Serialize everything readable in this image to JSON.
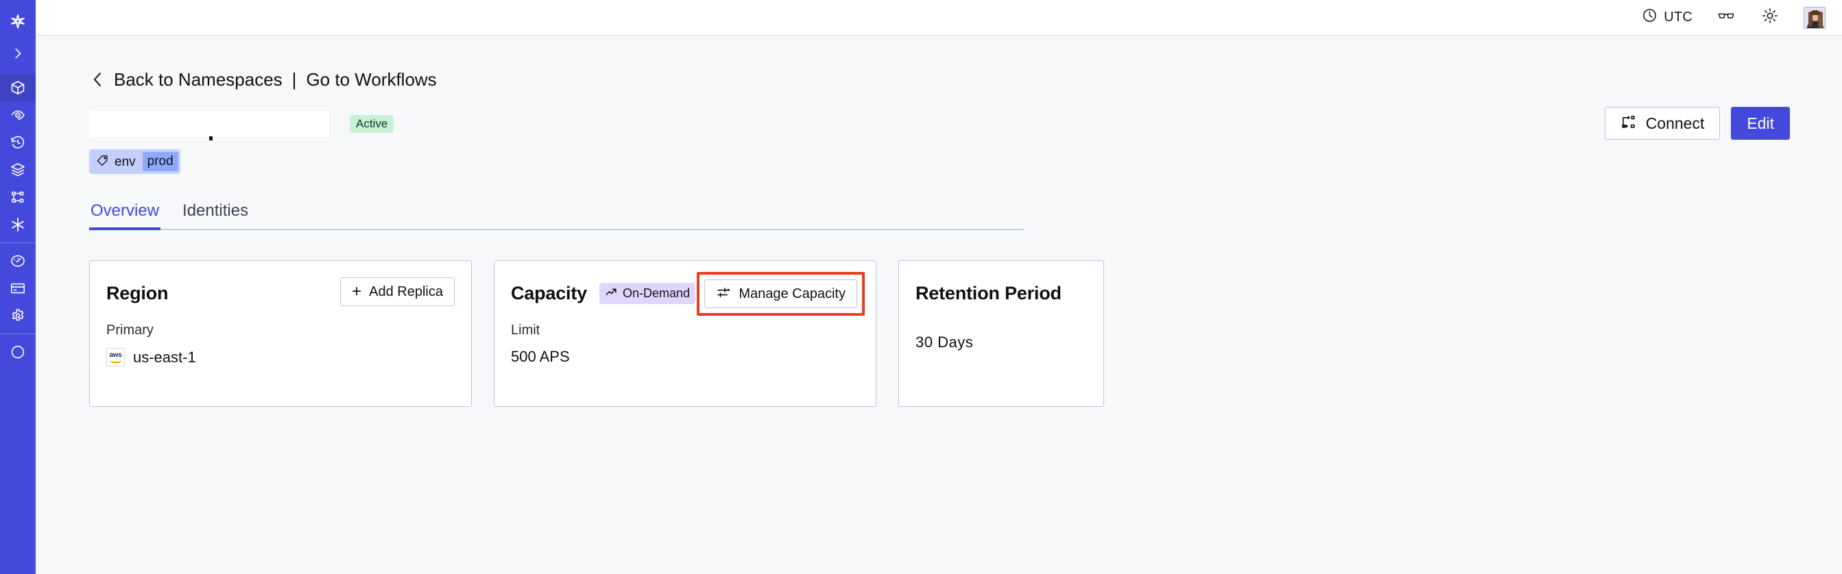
{
  "sidebar": {
    "items": [
      {
        "name": "logo",
        "icon": "temporal-logo-icon",
        "active": false
      },
      {
        "name": "expand",
        "icon": "chevron-right-icon",
        "active": false
      },
      {
        "name": "namespaces",
        "icon": "cube-icon",
        "active": true
      },
      {
        "name": "observability",
        "icon": "eye-icon",
        "active": false
      },
      {
        "name": "schedules",
        "icon": "clock-rewind-icon",
        "active": false
      },
      {
        "name": "batch-operations",
        "icon": "layers-icon",
        "active": false
      },
      {
        "name": "workflows",
        "icon": "git-branch-icon",
        "active": false
      },
      {
        "name": "nexus",
        "icon": "asterisk-icon",
        "active": false
      },
      {
        "name": "usage",
        "icon": "gauge-icon",
        "active": false
      },
      {
        "name": "billing",
        "icon": "credit-card-icon",
        "active": false
      },
      {
        "name": "settings",
        "icon": "gear-icon",
        "active": false
      }
    ]
  },
  "header": {
    "timezone": "UTC",
    "clock_icon": "clock-icon",
    "glasses_icon": "glasses-icon",
    "theme_icon": "sun-icon",
    "avatar_icon": "user-avatar"
  },
  "breadcrumb": {
    "back_icon": "chevron-left-icon",
    "back_label": "Back to Namespaces",
    "separator": "|",
    "workflows_label": "Go to Workflows"
  },
  "namespace": {
    "title": "",
    "status": "Active",
    "tag": {
      "icon": "tag-icon",
      "key": "env",
      "value": "prod"
    }
  },
  "actions": {
    "connect_label": "Connect",
    "connect_icon": "connect-icon",
    "edit_label": "Edit"
  },
  "tabs": [
    {
      "label": "Overview",
      "active": true
    },
    {
      "label": "Identities",
      "active": false
    }
  ],
  "cards": {
    "region": {
      "title": "Region",
      "action_label": "Add Replica",
      "action_icon": "plus-icon",
      "sub_label": "Primary",
      "provider_icon": "aws-logo",
      "provider_text": "aws",
      "value": "us-east-1"
    },
    "capacity": {
      "title": "Capacity",
      "badge_label": "On-Demand",
      "badge_icon": "trend-up-icon",
      "action_label": "Manage Capacity",
      "action_icon": "sliders-icon",
      "sub_label": "Limit",
      "value": "500 APS",
      "highlighted": true
    },
    "retention": {
      "title": "Retention Period",
      "value": "30 Days"
    }
  },
  "colors": {
    "brand": "#4549db",
    "page_bg": "#f7f8fa",
    "card_border": "#b9c6de",
    "status_active_bg": "#c8f2d4",
    "badge_ondemand_bg": "#e0d6fb",
    "tag_bg": "#c3d0fb",
    "tag_value_bg": "#8fa8f7",
    "highlight_red": "#e8401f"
  }
}
